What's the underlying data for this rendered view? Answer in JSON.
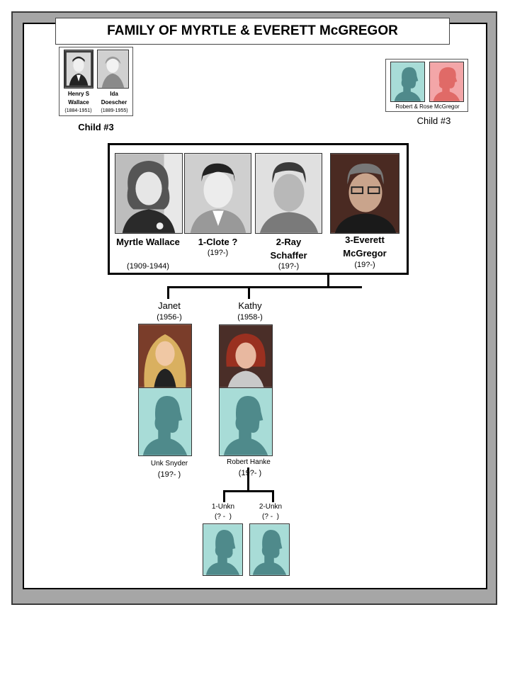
{
  "title": "FAMILY OF MYRTLE & EVERETT McGREGOR",
  "left_parents": {
    "father": {
      "name": "Henry S Wallace",
      "dates": "(1884-1951)"
    },
    "mother": {
      "name": "Ida Doescher",
      "dates": "(1889-1955)"
    },
    "child_label": "Child #3"
  },
  "right_parents": {
    "caption": "Robert & Rose McGregor",
    "child_label": "Child #3"
  },
  "spouses": [
    {
      "name": "Myrtle Wallace",
      "dates": "(1909-1944)"
    },
    {
      "name": "1-Clote ?",
      "dates": "(19?-)"
    },
    {
      "name": "2-Ray Schaffer",
      "dates": "(19?-)"
    },
    {
      "name": "3-Everett McGregor",
      "dates": "(19?-)"
    }
  ],
  "children": [
    {
      "name": "Janet",
      "dates": "(1956-)",
      "spouse": {
        "name": "Unk Snyder",
        "dates": "(19?- )"
      }
    },
    {
      "name": "Kathy",
      "dates": "(1958-)",
      "spouse": {
        "name": "Robert Hanke",
        "dates": "(19?- )"
      }
    }
  ],
  "grandchildren": [
    {
      "name": "1-Unkn",
      "dates": "(? -  )"
    },
    {
      "name": "2-Unkn",
      "dates": "(? -  )"
    }
  ],
  "colors": {
    "silhouette_male_bg": "#a8dcd7",
    "silhouette_male_fg": "#4f8a8b",
    "silhouette_female_bg": "#f3a6a8",
    "silhouette_female_fg": "#e06a67",
    "frame_gray": "#a6a6a6"
  }
}
